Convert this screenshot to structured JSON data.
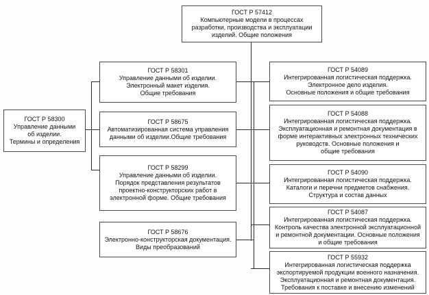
{
  "diagram": {
    "description": "Scheme of interrelation of GOST R standards on product data management and integrated logistics support",
    "nodes": {
      "top": {
        "code": "ГОСТ Р 57412",
        "title": "Компьютерные модели в процессах\nразработки, производства и эксплуатации\nизделий. Общие положения"
      },
      "left": {
        "code": "ГОСТ Р 58300",
        "title": "Управление данными\nоб изделии.\nТермины и определения"
      },
      "m1": {
        "code": "ГОСТ Р 58301",
        "title": "Управление данными об изделии.\nЭлектронный макет изделия.\nОбщие требования"
      },
      "m2": {
        "code": "ГОСТ Р 58675",
        "title": "Автоматизированная система управления\nданными об изделии.Общие требования"
      },
      "m3": {
        "code": "ГОСТ Р 58299",
        "title": "Управление данными об изделии.\nПорядок представления результатов\nпроектно-конструкторских работ в\nэлектронной форме. Общие требования"
      },
      "m4": {
        "code": "ГОСТ Р 58676",
        "title": "Электронно-конструкторская документация.\nВиды преобразований"
      },
      "r1": {
        "code": "ГОСТ Р 54089",
        "title": "Интегрированная логистическая поддержка.\nЭлектронное дело изделия.\nОсновные положения и общие требования"
      },
      "r2": {
        "code": "ГОСТ Р 54088",
        "title": "Интегрированная логистическая поддержка.\nЭксплуатационная и ремонтная документация в\nформе интерактивных электронных технических\nруководств. Основные положения и\nобщие требования"
      },
      "r3": {
        "code": "ГОСТ Р 54090",
        "title": "Интегрированная логистическая поддержка.\nКаталоги и перечни предметов снабжения.\nСтруктура и состав данных"
      },
      "r4": {
        "code": "ГОСТ Р 54087",
        "title": "Интегрированная логистическая поддержка.\nКонтроль качества электронной эксплуатационной\nи ремонтной документации. Основные положения\nи общие требования"
      },
      "r5": {
        "code": "ГОСТ Р 55932",
        "title": "Интегрированная логистическая поддержка\nэкспортируемой продукции военного назначения.\nЭксплуатационная и ремонтная документация.\nТребования к поставке и внесению изменений"
      }
    }
  }
}
